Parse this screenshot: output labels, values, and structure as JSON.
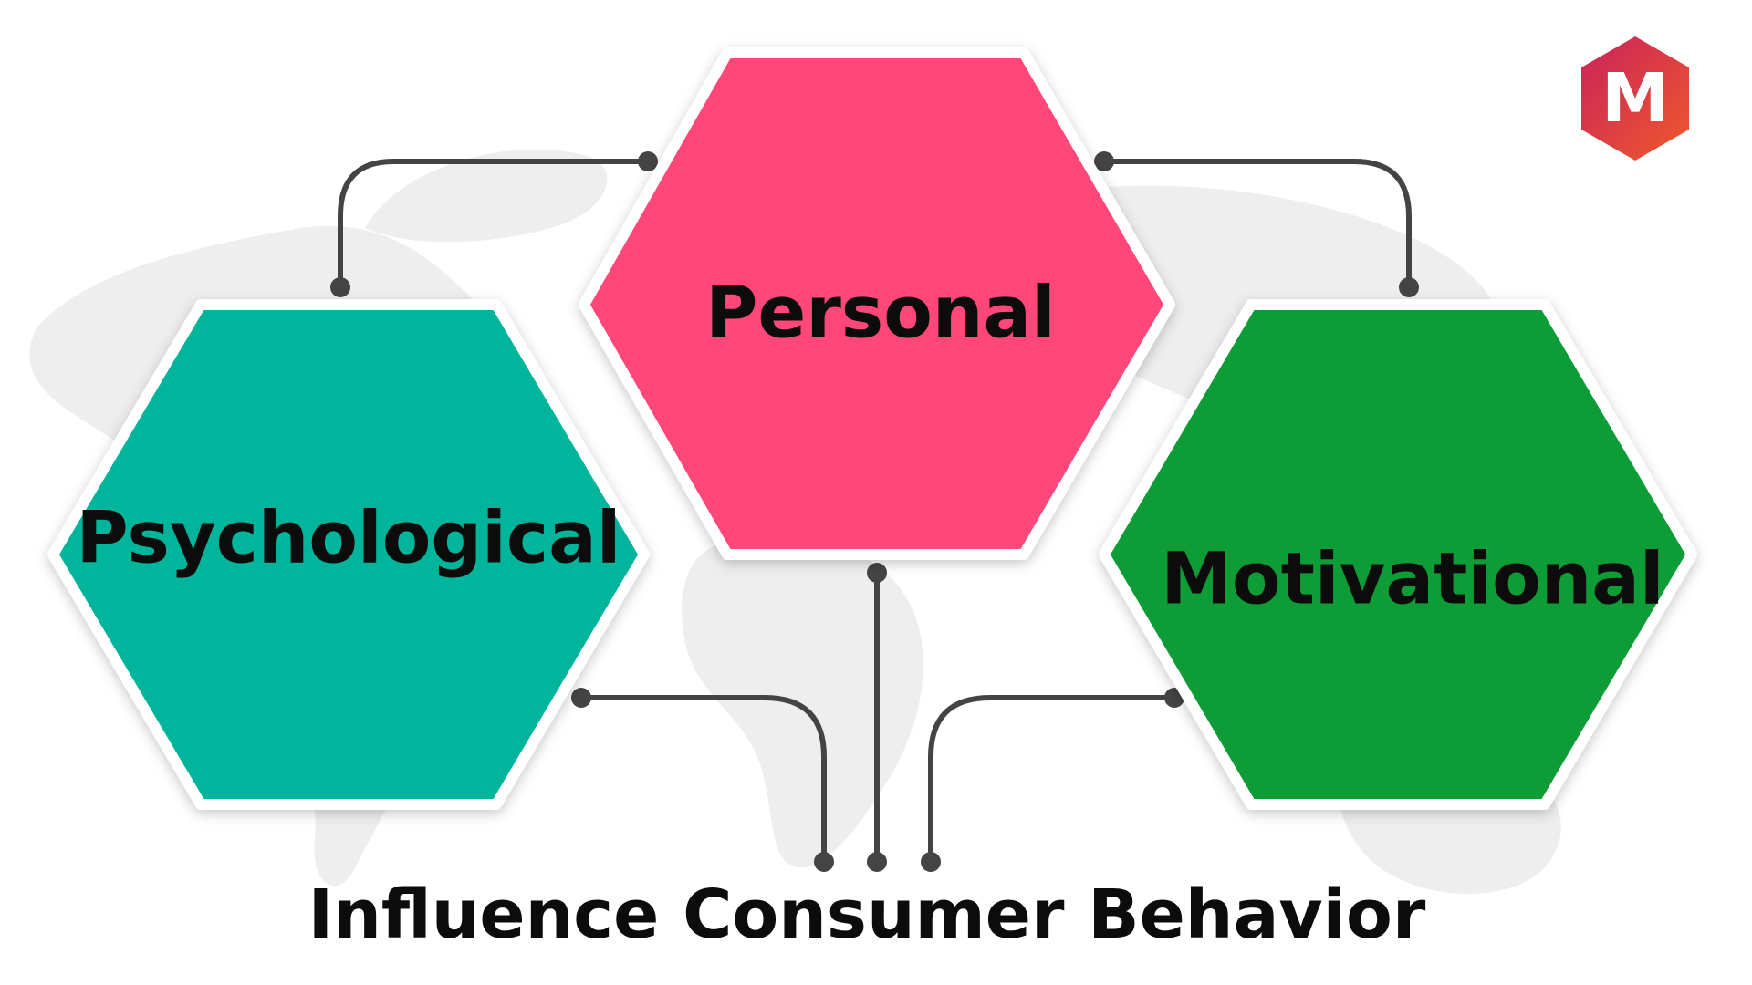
{
  "nodes": [
    {
      "id": "personal",
      "label": "Personal",
      "color": "#ff4679"
    },
    {
      "id": "psychological",
      "label": "Psychological",
      "color": "#00b59b"
    },
    {
      "id": "motivational",
      "label": "Motivational",
      "color": "#0a9c34"
    }
  ],
  "outcome": {
    "label": "Influence Consumer Behavior"
  },
  "logo": {
    "letter": "M",
    "gradient": [
      "#c8235a",
      "#ee5a2c"
    ]
  }
}
